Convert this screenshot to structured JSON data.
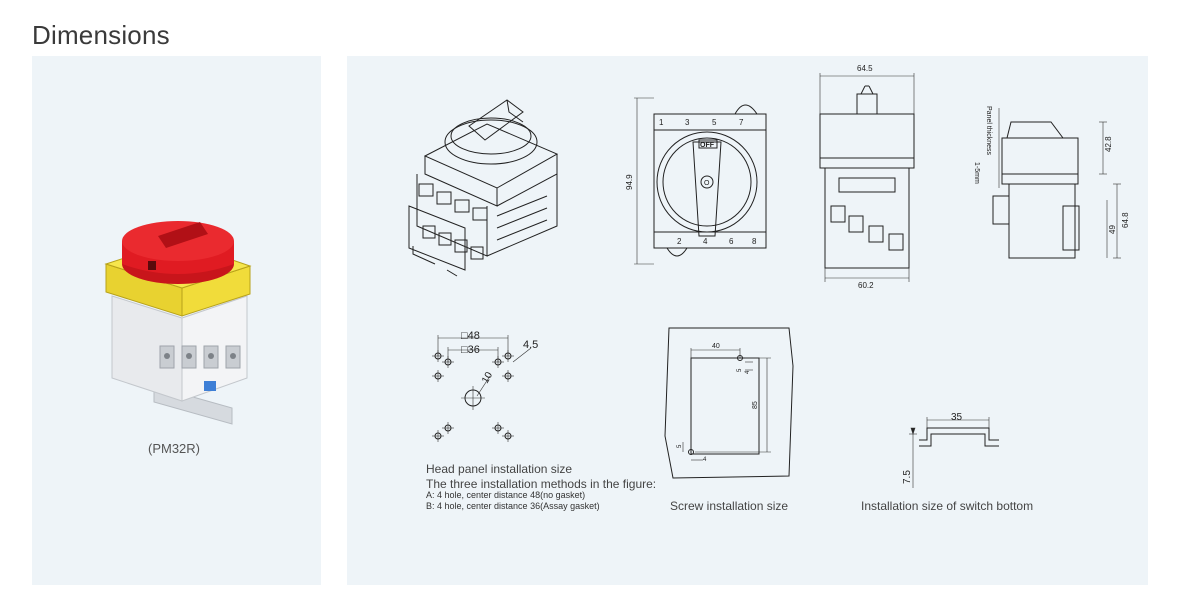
{
  "page": {
    "title": "Dimensions"
  },
  "product": {
    "model": "(PM32R)"
  },
  "drawings": {
    "front": {
      "height": "94.9",
      "terminal_top": [
        "1",
        "3",
        "5",
        "7"
      ],
      "terminal_bottom": [
        "2",
        "4",
        "6",
        "8"
      ],
      "off_label": "OFF",
      "center_label": "O"
    },
    "side": {
      "width_top": "64.5",
      "width_bottom": "60.2"
    },
    "profile": {
      "panel_thickness": "Panel thickness",
      "thickness_range": "1-5mm",
      "h1": "42.8",
      "h2": "64.8",
      "h3": "49"
    }
  },
  "head_panel": {
    "outer": "□48",
    "inner": "□36",
    "hole": "4.5",
    "center_hole": "10",
    "title": "Head panel installation size",
    "subtitle": "The three installation methods in the figure:",
    "method_a": "A: 4 hole, center distance 48(no gasket)",
    "method_b": "B: 4 hole, center distance 36(Assay gasket)"
  },
  "screw": {
    "label": "Screw installation size",
    "d40": "40",
    "d85": "85",
    "d4a": "4",
    "d4b": "4",
    "d5a": "5",
    "d5b": "5"
  },
  "bottom": {
    "label": "Installation size of switch bottom",
    "width": "35",
    "height": "7.5"
  }
}
